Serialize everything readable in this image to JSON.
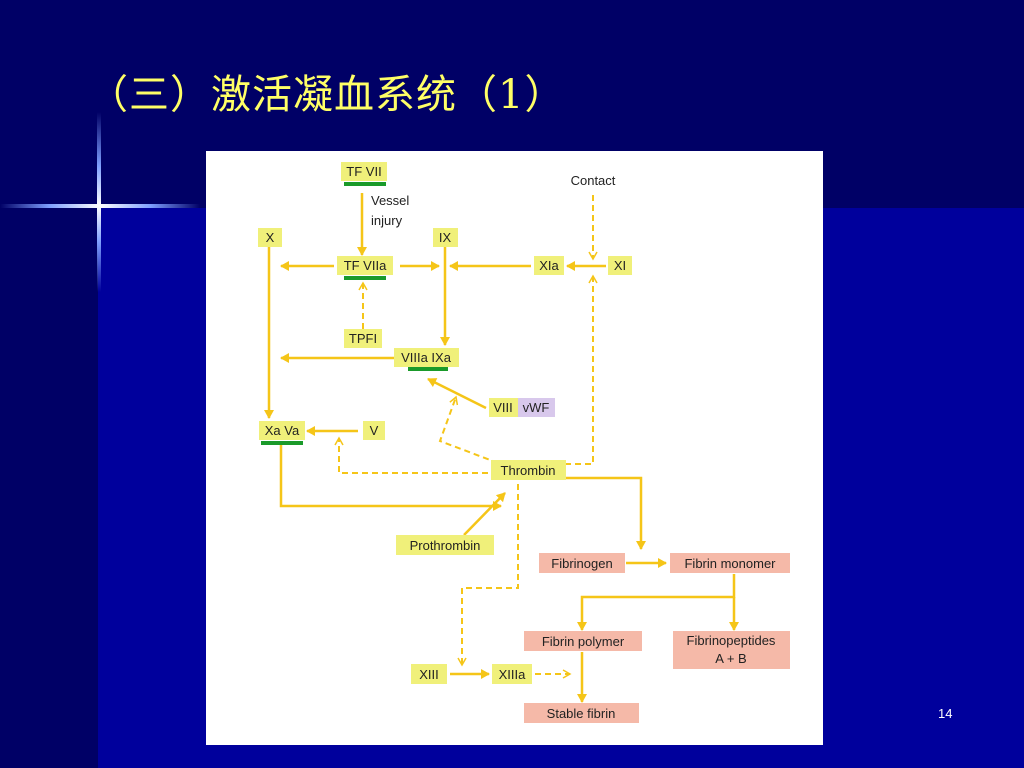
{
  "slide": {
    "title": "（三）激活凝血系统（1）",
    "page_number": "14"
  },
  "diagram": {
    "nodes": {
      "tf_vii": "TF VII",
      "vessel_injury_1": "Vessel",
      "vessel_injury_2": "injury",
      "contact": "Contact",
      "x": "X",
      "ix": "IX",
      "tf_viia": "TF VIIa",
      "xia": "XIa",
      "xi": "XI",
      "tpfi": "TPFI",
      "viiia_ixa": "VIIIa IXa",
      "viii": "VIII",
      "vwf": "vWF",
      "xa_va": "Xa Va",
      "v": "V",
      "thrombin": "Thrombin",
      "prothrombin": "Prothrombin",
      "fibrinogen": "Fibrinogen",
      "fibrin_monomer": "Fibrin monomer",
      "fibrin_polymer": "Fibrin polymer",
      "fibrinopeptides_1": "Fibrinopeptides",
      "fibrinopeptides_2": "A + B",
      "xiii": "XIII",
      "xiiia": "XIIIa",
      "stable_fibrin": "Stable fibrin"
    },
    "colors": {
      "arrow": "#f5c518",
      "yellow_box": "#f0f07a",
      "pink_box": "#f5b9a8",
      "purple_box": "#d8c8ec",
      "green_bar": "#1a9a2a",
      "text": "#222222"
    }
  }
}
